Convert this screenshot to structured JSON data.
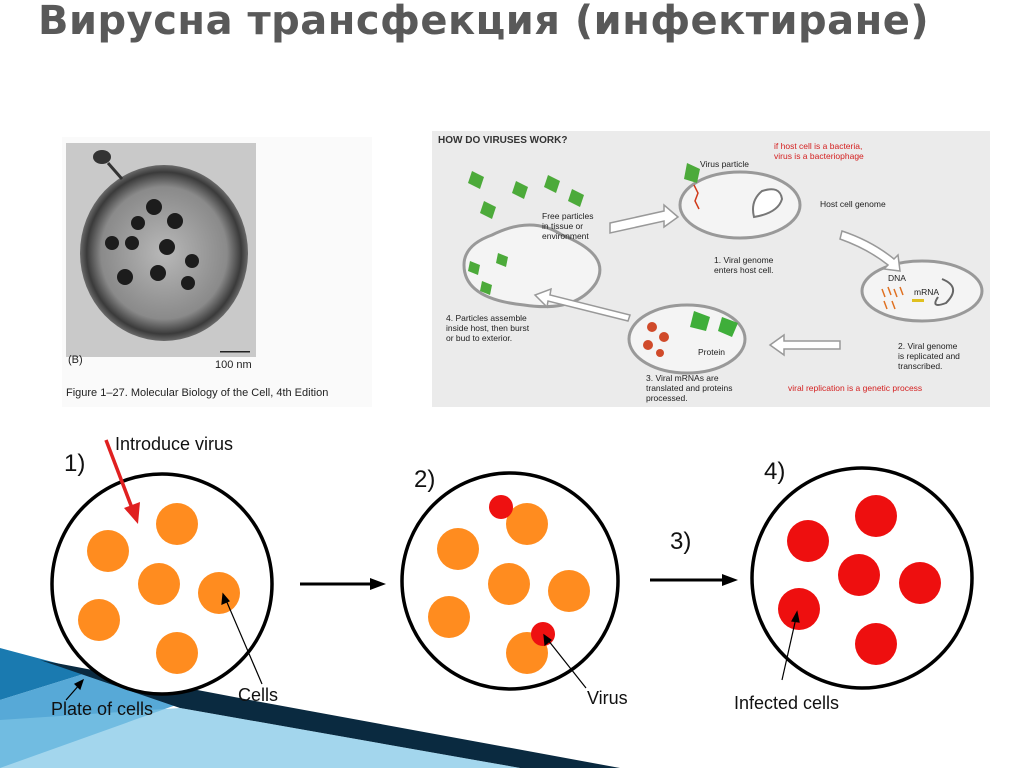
{
  "slide": {
    "title": "Вирусна трансфекция (инфектиране)"
  },
  "micrograph": {
    "panel_letter": "(B)",
    "scale_bar": "100 nm",
    "caption": "Figure 1–27. Molecular Biology of the Cell, 4th Edition"
  },
  "viral_panel": {
    "heading": "HOW DO VIRUSES WORK?",
    "note_bacteria": "if host cell is a bacteria,\nvirus is a bacteriophage",
    "virus_particle": "Virus particle",
    "host_genome": "Host cell genome",
    "free_particles": "Free particles\nin tissue or\nenvironment",
    "step1": "1. Viral genome\nenters host cell.",
    "dna": "DNA",
    "mrna": "mRNA",
    "step2": "2. Viral genome\nis replicated and\ntranscribed.",
    "protein": "Protein",
    "step3": "3. Viral mRNAs are\ntranslated and proteins\nprocessed.",
    "step4": "4. Particles assemble\ninside host, then burst\nor bud to exterior.",
    "genetic_note": "viral replication is a genetic process"
  },
  "steps": {
    "s1": "1)",
    "s2": "2)",
    "s3": "3)",
    "s4": "4)"
  },
  "labels": {
    "introduce_virus": "Introduce virus",
    "plate_of_cells": "Plate of cells",
    "cells": "Cells",
    "virus": "Virus",
    "infected_cells": "Infected cells"
  },
  "colors": {
    "cell": "#ff8c1f",
    "virus": "#ee1111",
    "infected": "#ee0f0f",
    "arrow_red": "#e02020",
    "title": "#595959",
    "swoosh_dark": "#0a2a40",
    "swoosh_blue": "#1a7ab0"
  }
}
